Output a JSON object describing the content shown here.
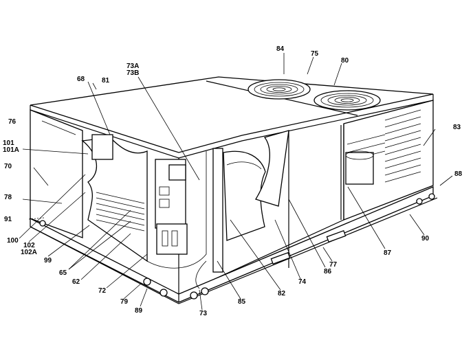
{
  "figure": {
    "parts": [
      {
        "id": "84",
        "text": "84"
      },
      {
        "id": "75",
        "text": "75"
      },
      {
        "id": "80",
        "text": "80"
      },
      {
        "id": "68",
        "text": "68"
      },
      {
        "id": "81",
        "text": "81"
      },
      {
        "id": "73A",
        "text": "73A"
      },
      {
        "id": "73B",
        "text": "73B"
      },
      {
        "id": "76",
        "text": "76"
      },
      {
        "id": "83",
        "text": "83"
      },
      {
        "id": "101",
        "text": "101"
      },
      {
        "id": "101A",
        "text": "101A"
      },
      {
        "id": "70",
        "text": "70"
      },
      {
        "id": "88",
        "text": "88"
      },
      {
        "id": "78",
        "text": "78"
      },
      {
        "id": "91",
        "text": "91"
      },
      {
        "id": "90",
        "text": "90"
      },
      {
        "id": "100",
        "text": "100"
      },
      {
        "id": "102",
        "text": "102"
      },
      {
        "id": "102A",
        "text": "102A"
      },
      {
        "id": "87",
        "text": "87"
      },
      {
        "id": "99",
        "text": "99"
      },
      {
        "id": "77",
        "text": "77"
      },
      {
        "id": "65a",
        "text": "65"
      },
      {
        "id": "86",
        "text": "86"
      },
      {
        "id": "62",
        "text": "62"
      },
      {
        "id": "74",
        "text": "74"
      },
      {
        "id": "72",
        "text": "72"
      },
      {
        "id": "82",
        "text": "82"
      },
      {
        "id": "79",
        "text": "79"
      },
      {
        "id": "85",
        "text": "85"
      },
      {
        "id": "89",
        "text": "89"
      },
      {
        "id": "73",
        "text": "73"
      }
    ]
  }
}
